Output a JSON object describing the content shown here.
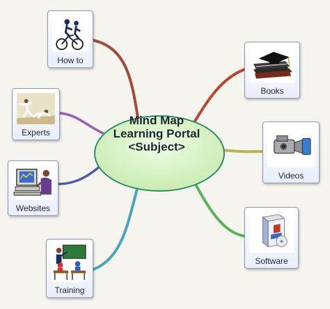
{
  "center": {
    "line1": "Mind Map",
    "line2": "Learning Portal",
    "line3": "<Subject>",
    "fill": "#d9f2c7"
  },
  "nodes": {
    "howto": {
      "label": "How to",
      "icon": "cyclists-icon",
      "branch_color": "#a24a3b"
    },
    "experts": {
      "label": "Experts",
      "icon": "martial-arts-icon",
      "branch_color": "#9a5ab5"
    },
    "websites": {
      "label": "Websites",
      "icon": "computer-user-icon",
      "branch_color": "#4b5aa8"
    },
    "training": {
      "label": "Training",
      "icon": "classroom-icon",
      "branch_color": "#4ea5b8"
    },
    "books": {
      "label": "Books",
      "icon": "books-graduation-cap-icon",
      "branch_color": "#b8452f"
    },
    "videos": {
      "label": "Videos",
      "icon": "video-camera-icon",
      "branch_color": "#b9b35b"
    },
    "software": {
      "label": "Software",
      "icon": "software-box-icon",
      "branch_color": "#5db060"
    }
  }
}
